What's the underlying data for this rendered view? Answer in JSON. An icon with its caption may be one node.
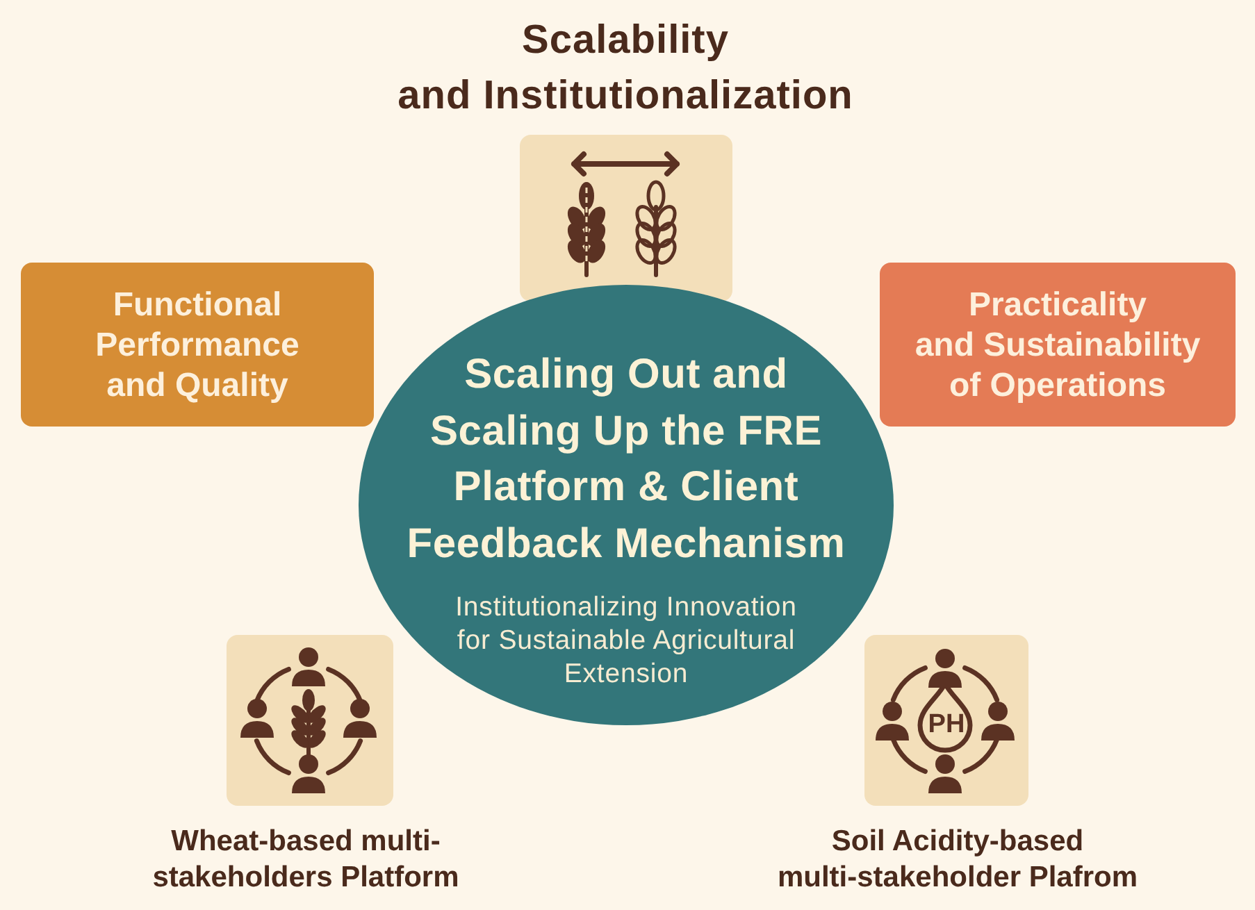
{
  "diagram": {
    "nodes": [
      {
        "text": [
          "Scalability and Institutionalization"
        ]
      },
      {
        "text": [
          "Functional Performance and Quality"
        ]
      },
      {
        "text": [
          "Practicality and Sustainability of Operations"
        ]
      },
      {
        "text": [
          "Scaling Out and Scaling Up the FRE Platform & Client Feedback Mechanism",
          "Institutionalizing Innovation for Sustainable Agricultural Extension"
        ]
      },
      {
        "text": [
          "Wheat-based multi-stakeholders Platform"
        ]
      },
      {
        "text": [
          "Soil Acidity-based multi-stakeholder Plafrom"
        ]
      }
    ],
    "labels": [
      "PH"
    ]
  }
}
